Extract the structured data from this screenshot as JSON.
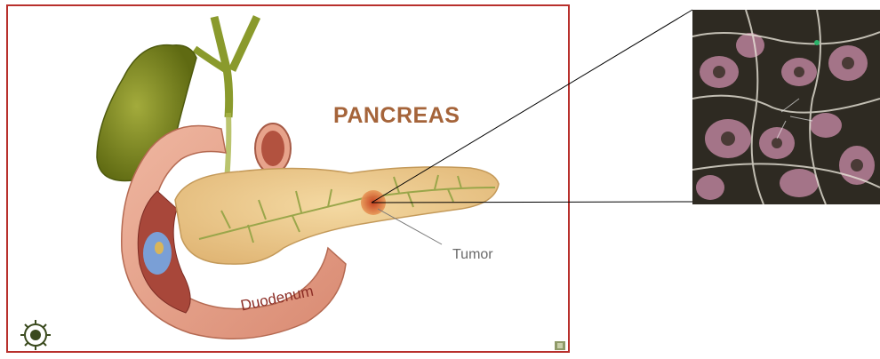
{
  "figure": {
    "title": "PANCREAS",
    "labels": {
      "tumor": "Tumor",
      "duodenum": "Duodenum"
    }
  },
  "colors": {
    "frame_border": "#b8302c",
    "title": "#a5643a",
    "gallbladder": "#7e8a1e",
    "pancreas": "#e9c68c",
    "duodenum": "#e8a48e",
    "tumor": "#d2602e",
    "callout_line": "#000000"
  },
  "icons": [
    "logo-icon",
    "corner-mark-icon"
  ]
}
